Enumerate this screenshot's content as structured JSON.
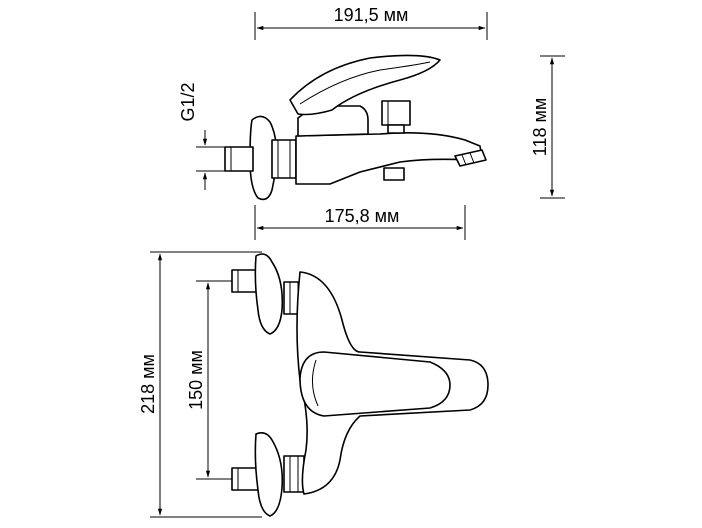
{
  "dimensions": {
    "top_width": "191,5 мм",
    "mount_width": "175,8 мм",
    "side_height": "118 мм",
    "thread": "G1/2",
    "total_length": "218 мм",
    "inlet_spacing": "150 мм"
  },
  "colors": {
    "line": "#000000",
    "background": "#ffffff"
  }
}
